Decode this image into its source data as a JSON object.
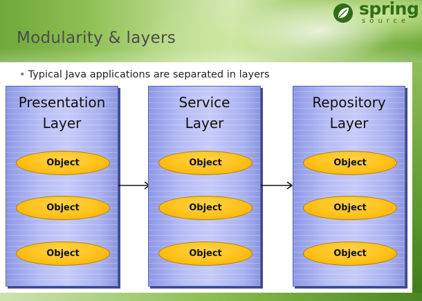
{
  "slide": {
    "title": "Modularity & layers",
    "bullet": "Typical Java applications are separated in layers"
  },
  "logo": {
    "word": "spring",
    "sub": "source"
  },
  "layers": [
    {
      "title": "Presentation\nLayer",
      "objects": [
        "Object",
        "Object",
        "Object"
      ]
    },
    {
      "title": "Service\nLayer",
      "objects": [
        "Object",
        "Object",
        "Object"
      ]
    },
    {
      "title": "Repository\nLayer",
      "objects": [
        "Object",
        "Object",
        "Object"
      ]
    }
  ],
  "colors": {
    "layer_fill": "#b7bdf5",
    "object_fill": "#ffc21a",
    "brand_green": "#2f6e15"
  }
}
